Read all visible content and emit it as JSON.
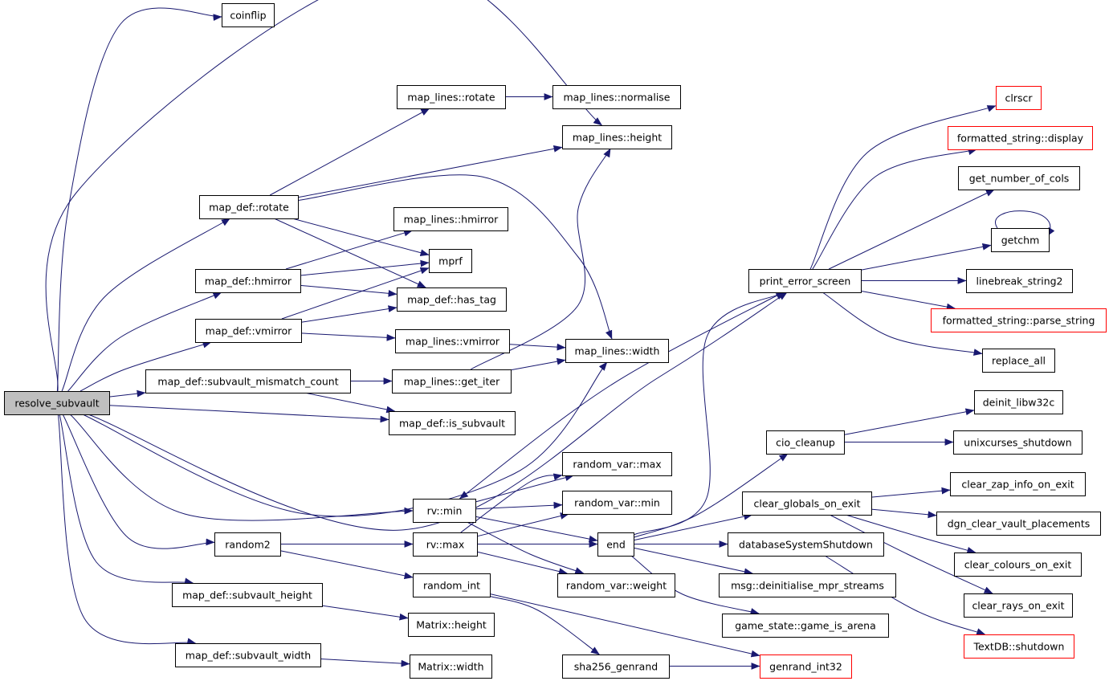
{
  "colors": {
    "edge": "#191970",
    "node_border": "#000000",
    "truncated_border": "#ff0000",
    "root_fill": "#bfbfbf",
    "node_fill": "#ffffff"
  },
  "nodes": [
    {
      "id": "resolve_subvault",
      "label": "resolve_subvault",
      "root": true
    },
    {
      "id": "coinflip",
      "label": "coinflip"
    },
    {
      "id": "map_lines_rotate",
      "label": "map_lines::rotate"
    },
    {
      "id": "map_lines_normalise",
      "label": "map_lines::normalise"
    },
    {
      "id": "map_lines_height",
      "label": "map_lines::height"
    },
    {
      "id": "map_def_rotate",
      "label": "map_def::rotate"
    },
    {
      "id": "map_lines_hmirror",
      "label": "map_lines::hmirror"
    },
    {
      "id": "mprf",
      "label": "mprf"
    },
    {
      "id": "map_def_hmirror",
      "label": "map_def::hmirror"
    },
    {
      "id": "map_def_has_tag",
      "label": "map_def::has_tag"
    },
    {
      "id": "map_def_vmirror",
      "label": "map_def::vmirror"
    },
    {
      "id": "map_lines_vmirror",
      "label": "map_lines::vmirror"
    },
    {
      "id": "map_lines_width",
      "label": "map_lines::width"
    },
    {
      "id": "map_def_subvault_mismatch_count",
      "label": "map_def::subvault_mismatch_count"
    },
    {
      "id": "map_lines_get_iter",
      "label": "map_lines::get_iter"
    },
    {
      "id": "map_def_is_subvault",
      "label": "map_def::is_subvault"
    },
    {
      "id": "rv_min",
      "label": "rv::min"
    },
    {
      "id": "random_var_max",
      "label": "random_var::max"
    },
    {
      "id": "random_var_min",
      "label": "random_var::min"
    },
    {
      "id": "random2",
      "label": "random2"
    },
    {
      "id": "rv_max",
      "label": "rv::max"
    },
    {
      "id": "end",
      "label": "end"
    },
    {
      "id": "random_int",
      "label": "random_int"
    },
    {
      "id": "random_var_weight",
      "label": "random_var::weight"
    },
    {
      "id": "map_def_subvault_height",
      "label": "map_def::subvault_height"
    },
    {
      "id": "matrix_height",
      "label": "Matrix::height"
    },
    {
      "id": "map_def_subvault_width",
      "label": "map_def::subvault_width"
    },
    {
      "id": "matrix_width",
      "label": "Matrix::width"
    },
    {
      "id": "sha256_genrand",
      "label": "sha256_genrand"
    },
    {
      "id": "genrand_int32",
      "label": "genrand_int32",
      "truncated": true
    },
    {
      "id": "print_error_screen",
      "label": "print_error_screen"
    },
    {
      "id": "clrscr",
      "label": "clrscr",
      "truncated": true
    },
    {
      "id": "formatted_string_display",
      "label": "formatted_string::display",
      "truncated": true
    },
    {
      "id": "get_number_of_cols",
      "label": "get_number_of_cols"
    },
    {
      "id": "getchm",
      "label": "getchm"
    },
    {
      "id": "linebreak_string2",
      "label": "linebreak_string2"
    },
    {
      "id": "formatted_string_parse_string",
      "label": "formatted_string::parse_string",
      "truncated": true
    },
    {
      "id": "replace_all",
      "label": "replace_all"
    },
    {
      "id": "cio_cleanup",
      "label": "cio_cleanup"
    },
    {
      "id": "deinit_libw32c",
      "label": "deinit_libw32c"
    },
    {
      "id": "unixcurses_shutdown",
      "label": "unixcurses_shutdown"
    },
    {
      "id": "clear_globals_on_exit",
      "label": "clear_globals_on_exit"
    },
    {
      "id": "clear_zap_info_on_exit",
      "label": "clear_zap_info_on_exit"
    },
    {
      "id": "dgn_clear_vault_placements",
      "label": "dgn_clear_vault_placements"
    },
    {
      "id": "database_system_shutdown",
      "label": "databaseSystemShutdown"
    },
    {
      "id": "clear_colours_on_exit",
      "label": "clear_colours_on_exit"
    },
    {
      "id": "msg_deinitialise_mpr_streams",
      "label": "msg::deinitialise_mpr_streams"
    },
    {
      "id": "clear_rays_on_exit",
      "label": "clear_rays_on_exit"
    },
    {
      "id": "game_state_game_is_arena",
      "label": "game_state::game_is_arena"
    },
    {
      "id": "textdb_shutdown",
      "label": "TextDB::shutdown",
      "truncated": true
    }
  ],
  "edges": [
    [
      "resolve_subvault",
      "coinflip"
    ],
    [
      "resolve_subvault",
      "map_lines_height"
    ],
    [
      "resolve_subvault",
      "map_def_rotate"
    ],
    [
      "resolve_subvault",
      "map_def_hmirror"
    ],
    [
      "resolve_subvault",
      "map_def_vmirror"
    ],
    [
      "resolve_subvault",
      "map_def_subvault_mismatch_count"
    ],
    [
      "resolve_subvault",
      "map_def_is_subvault"
    ],
    [
      "resolve_subvault",
      "map_lines_width"
    ],
    [
      "resolve_subvault",
      "print_error_screen"
    ],
    [
      "resolve_subvault",
      "rv_min"
    ],
    [
      "resolve_subvault",
      "random2"
    ],
    [
      "resolve_subvault",
      "map_def_subvault_height"
    ],
    [
      "resolve_subvault",
      "map_def_subvault_width"
    ],
    [
      "map_lines_rotate",
      "map_lines_normalise"
    ],
    [
      "map_def_rotate",
      "map_lines_rotate"
    ],
    [
      "map_def_rotate",
      "map_lines_height"
    ],
    [
      "map_def_rotate",
      "map_lines_width"
    ],
    [
      "map_def_rotate",
      "mprf"
    ],
    [
      "map_def_rotate",
      "map_def_has_tag"
    ],
    [
      "map_def_hmirror",
      "map_lines_hmirror"
    ],
    [
      "map_def_hmirror",
      "mprf"
    ],
    [
      "map_def_hmirror",
      "map_def_has_tag"
    ],
    [
      "map_def_vmirror",
      "mprf"
    ],
    [
      "map_def_vmirror",
      "map_def_has_tag"
    ],
    [
      "map_def_vmirror",
      "map_lines_vmirror"
    ],
    [
      "map_lines_vmirror",
      "map_lines_width"
    ],
    [
      "map_def_subvault_mismatch_count",
      "map_lines_get_iter"
    ],
    [
      "map_def_subvault_mismatch_count",
      "map_def_is_subvault"
    ],
    [
      "map_lines_get_iter",
      "map_lines_height"
    ],
    [
      "map_lines_get_iter",
      "map_lines_width"
    ],
    [
      "rv_min",
      "random_var_max"
    ],
    [
      "rv_min",
      "random_var_min"
    ],
    [
      "rv_min",
      "end"
    ],
    [
      "rv_min",
      "random_var_weight"
    ],
    [
      "random2",
      "rv_max"
    ],
    [
      "random2",
      "random_int"
    ],
    [
      "rv_max",
      "random_var_max"
    ],
    [
      "rv_max",
      "random_var_min"
    ],
    [
      "rv_max",
      "end"
    ],
    [
      "rv_max",
      "random_var_weight"
    ],
    [
      "random_int",
      "sha256_genrand"
    ],
    [
      "random_int",
      "genrand_int32"
    ],
    [
      "sha256_genrand",
      "genrand_int32"
    ],
    [
      "map_def_subvault_height",
      "matrix_height"
    ],
    [
      "map_def_subvault_width",
      "matrix_width"
    ],
    [
      "end",
      "print_error_screen"
    ],
    [
      "end",
      "cio_cleanup"
    ],
    [
      "end",
      "clear_globals_on_exit"
    ],
    [
      "end",
      "database_system_shutdown"
    ],
    [
      "end",
      "msg_deinitialise_mpr_streams"
    ],
    [
      "end",
      "game_state_game_is_arena"
    ],
    [
      "print_error_screen",
      "rv_min"
    ],
    [
      "print_error_screen",
      "clrscr"
    ],
    [
      "print_error_screen",
      "formatted_string_display"
    ],
    [
      "print_error_screen",
      "get_number_of_cols"
    ],
    [
      "print_error_screen",
      "getchm"
    ],
    [
      "print_error_screen",
      "linebreak_string2"
    ],
    [
      "print_error_screen",
      "formatted_string_parse_string"
    ],
    [
      "print_error_screen",
      "replace_all"
    ],
    [
      "getchm",
      "getchm"
    ],
    [
      "cio_cleanup",
      "deinit_libw32c"
    ],
    [
      "cio_cleanup",
      "unixcurses_shutdown"
    ],
    [
      "clear_globals_on_exit",
      "clear_zap_info_on_exit"
    ],
    [
      "clear_globals_on_exit",
      "dgn_clear_vault_placements"
    ],
    [
      "clear_globals_on_exit",
      "clear_colours_on_exit"
    ],
    [
      "clear_globals_on_exit",
      "clear_rays_on_exit"
    ],
    [
      "database_system_shutdown",
      "textdb_shutdown"
    ]
  ]
}
